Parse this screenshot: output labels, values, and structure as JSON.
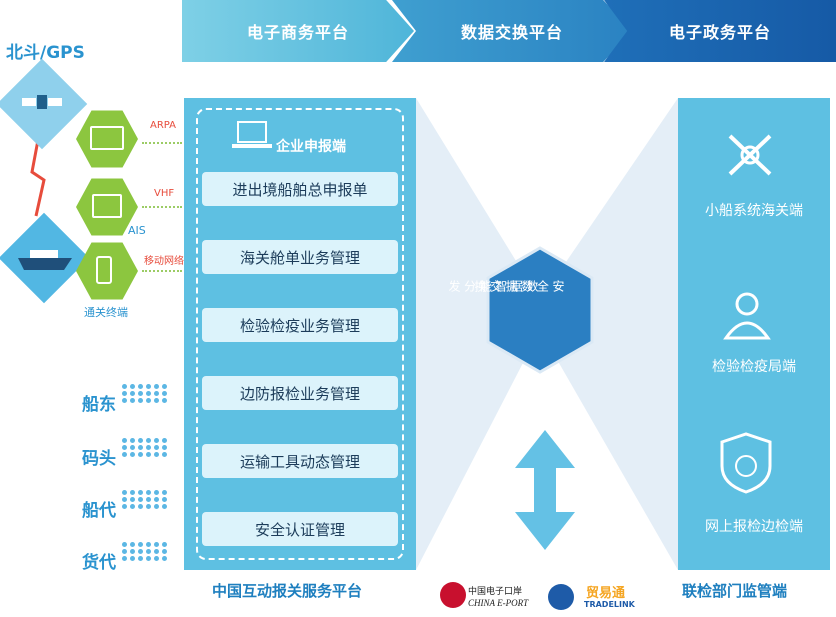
{
  "banner": {
    "ecommerce": "电子商务平台",
    "exchange": "数据交换平台",
    "egov": "电子政务平台"
  },
  "left": {
    "beidou": "北斗/GPS",
    "arpa": "ARPA",
    "vhf": "VHF",
    "ais": "AIS",
    "mobile_net": "移动网络",
    "terminal": "通关终端",
    "parties": [
      "船东",
      "码头",
      "船代",
      "货代"
    ]
  },
  "platform": {
    "company_terminal": "企业申报端",
    "modules": [
      "进出境船舶总申报单",
      "海关舱单业务管理",
      "检验检疫业务管理",
      "边防报检业务管理",
      "运输工具动态管理",
      "安全认证管理"
    ],
    "caption": "中国互动报关服务平台"
  },
  "center": {
    "col_right": "安全数据交换",
    "col_left": "数据智能分发"
  },
  "right": {
    "items": [
      "小船系统海关端",
      "检验检疫局端",
      "网上报检边检端"
    ],
    "caption": "联检部门监管端"
  },
  "logos": {
    "eport_cn": "中国电子口岸",
    "eport_en": "CHINA E-PORT",
    "tradelink_cn": "贸易通",
    "tradelink_en": "TRADELINK"
  },
  "colors": {
    "light_blue": "#5ec0e2",
    "green": "#8cc63f",
    "dark_blue": "#2a82c2",
    "caption_blue": "#1e7fbf"
  }
}
